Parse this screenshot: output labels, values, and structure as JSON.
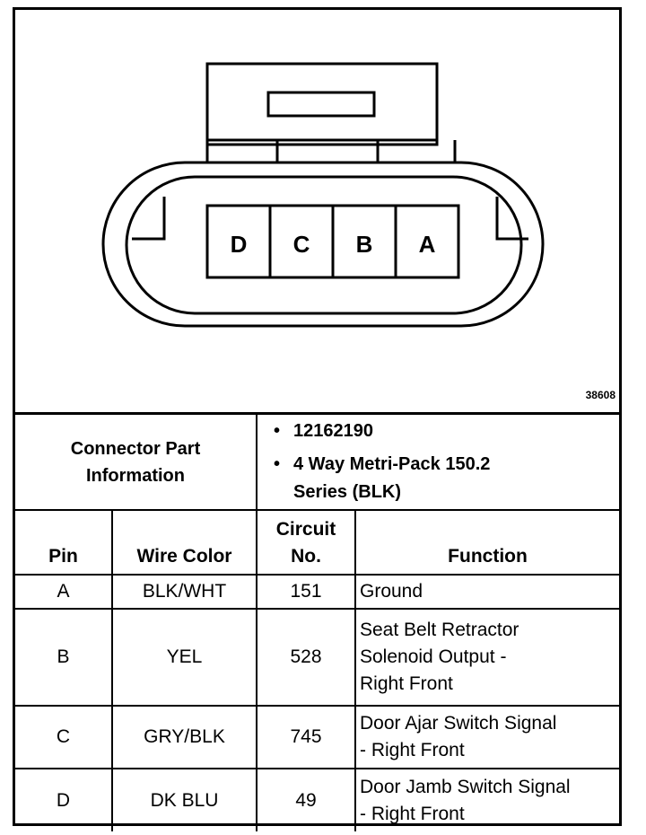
{
  "diagram": {
    "reference_number": "38608",
    "pin_labels": [
      "D",
      "C",
      "B",
      "A"
    ]
  },
  "connector_info": {
    "label_line1": "Connector Part",
    "label_line2": "Information",
    "part_number": "12162190",
    "description_line1": "4 Way Metri-Pack 150.2",
    "description_line2": "Series (BLK)"
  },
  "table": {
    "headers": {
      "pin": "Pin",
      "wire_color": "Wire Color",
      "circuit_line1": "Circuit",
      "circuit_line2": "No.",
      "function": "Function"
    },
    "rows": [
      {
        "pin": "A",
        "wire_color": "BLK/WHT",
        "circuit": "151",
        "function": [
          "Ground"
        ]
      },
      {
        "pin": "B",
        "wire_color": "YEL",
        "circuit": "528",
        "function": [
          "Seat Belt Retractor",
          "Solenoid Output -",
          "Right Front"
        ]
      },
      {
        "pin": "C",
        "wire_color": "GRY/BLK",
        "circuit": "745",
        "function": [
          "Door Ajar Switch Signal",
          "- Right Front"
        ]
      },
      {
        "pin": "D",
        "wire_color": "DK BLU",
        "circuit": "49",
        "function": [
          "Door Jamb Switch Signal",
          "- Right Front"
        ]
      }
    ]
  }
}
